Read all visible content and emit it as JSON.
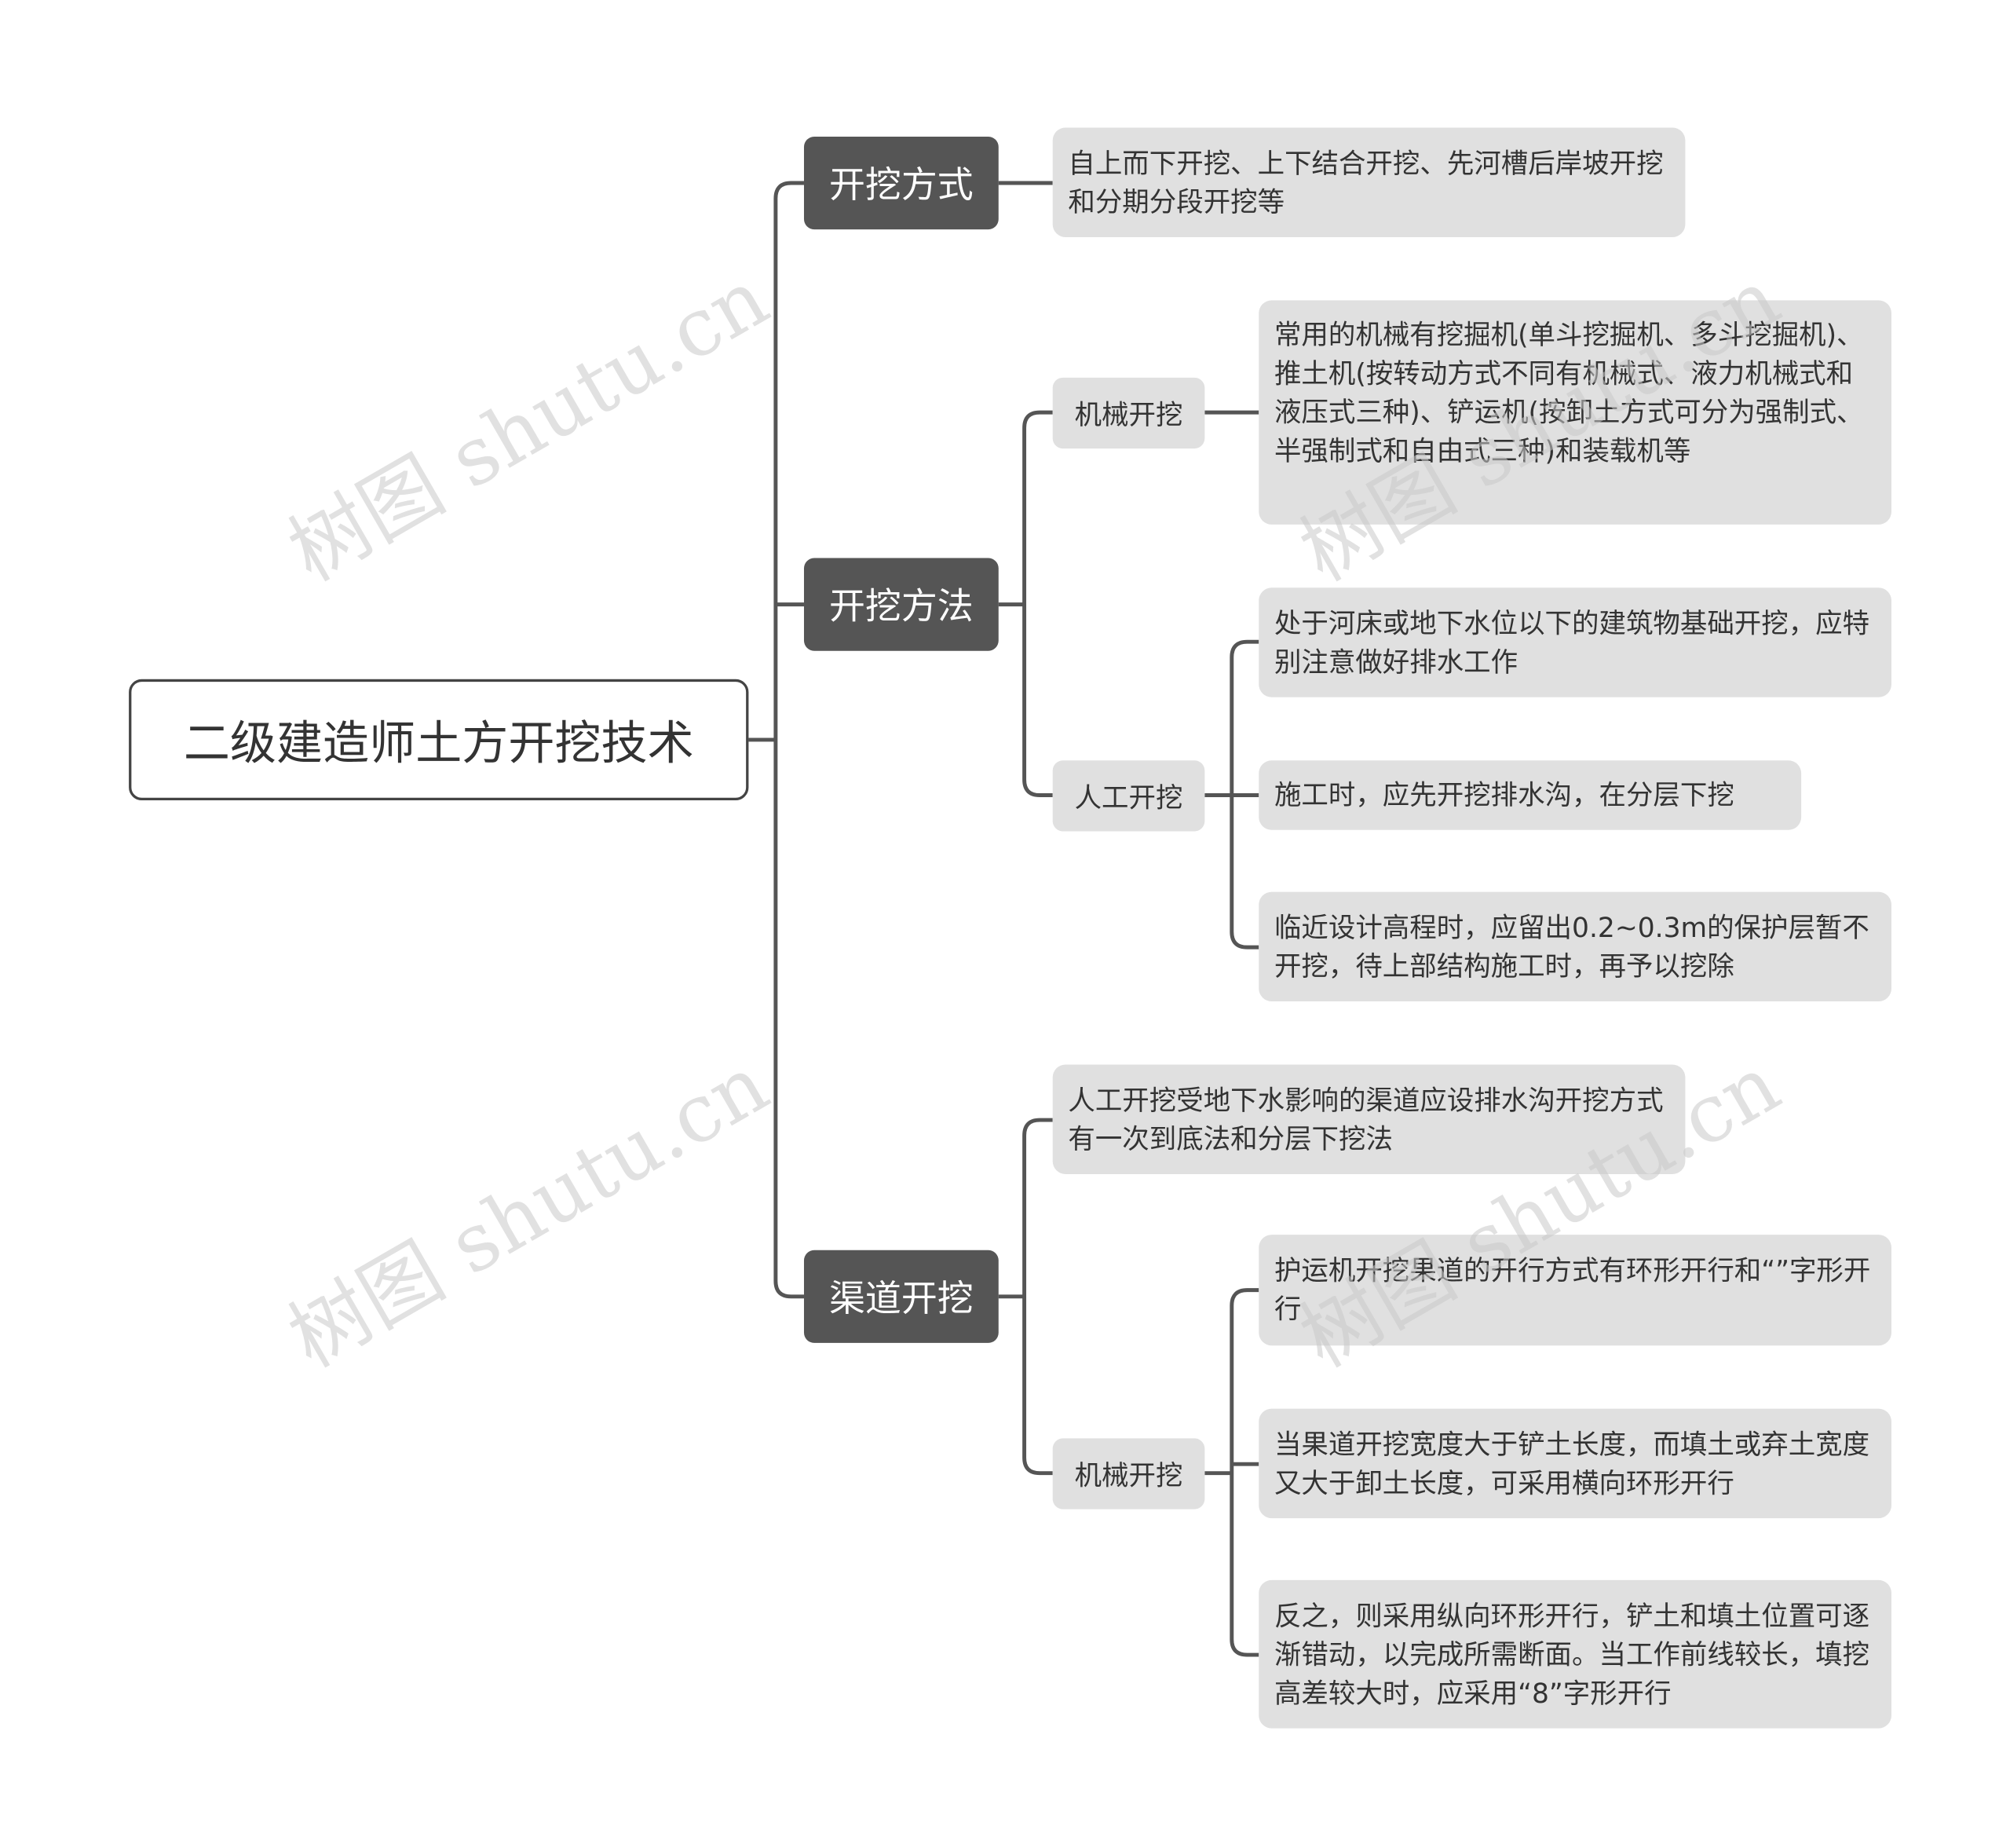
{
  "root": "二级建造师土方开挖技术",
  "branches": [
    {
      "label": "开挖方式",
      "leaf": "自上而下开挖、上下结合开挖、先河槽后岸坡开挖和分期分段开挖等"
    },
    {
      "label": "开挖方法",
      "children": [
        {
          "label": "机械开挖",
          "leaves": [
            "常用的机械有挖掘机(单斗挖掘机、多斗挖掘机)、推土机(按转动方式不同有机械式、液力机械式和液压式三种)、铲运机(按卸土方式可分为强制式、半强制式和自由式三种)和装载机等"
          ]
        },
        {
          "label": "人工开挖",
          "leaves": [
            "处于河床或地下水位以下的建筑物基础开挖，应特别注意做好排水工作",
            "施工时，应先开挖排水沟，在分层下挖",
            "临近设计高程时，应留出0.2~0.3m的保护层暂不开挖，待上部结构施工时，再予以挖除"
          ]
        }
      ]
    },
    {
      "label": "渠道开挖",
      "leaf": "人工开挖受地下水影响的渠道应设排水沟开挖方式有一次到底法和分层下挖法",
      "children": [
        {
          "label": "机械开挖",
          "leaves": [
            "护运机开挖果道的开行方式有环形开行和“”字形开行",
            "当果道开挖宽度大于铲土长度，而填土或弃土宽度又大于卸土长度，可采用横向环形开行",
            "反之，则采用纵向环形开行，铲土和填土位置可逐渐错动，以完成所需断面。当工作前线较长，填挖高差较大时，应采用“8”字形开行"
          ]
        }
      ]
    }
  ],
  "watermark": "树图 shutu.cn",
  "colors": {
    "line": "#555555",
    "l1_bg": "#555555",
    "leaf_bg": "#e0e0e0",
    "text": "#333333"
  }
}
